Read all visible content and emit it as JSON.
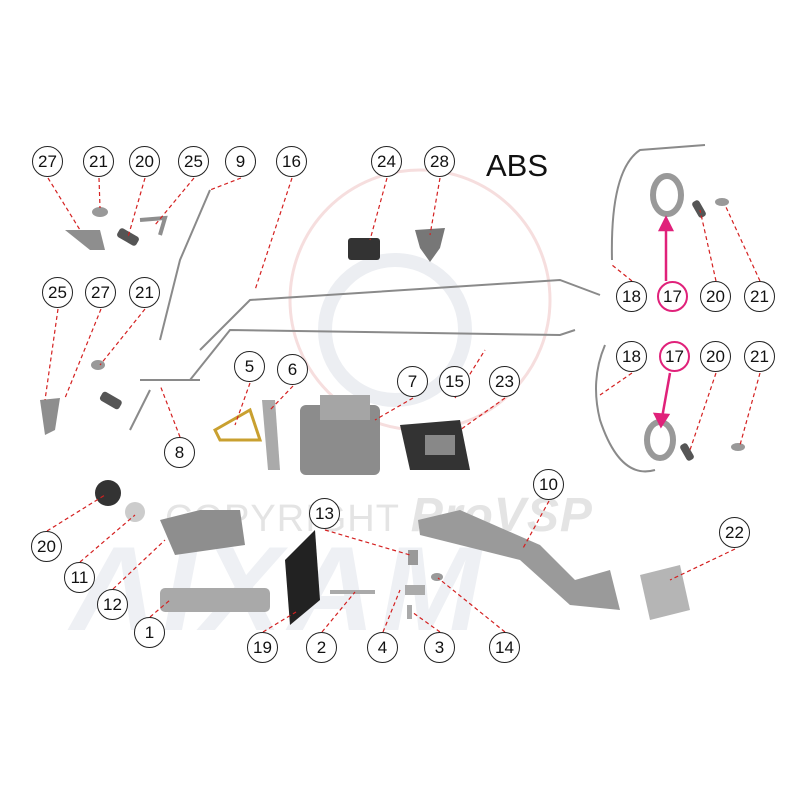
{
  "title": "ABS",
  "watermark": {
    "copyright": "COPYRIGHT",
    "brand": "ProVSP",
    "logo": "AIXAM"
  },
  "colors": {
    "leader": "#d42020",
    "highlight": "#e0217a",
    "part": "#9a9a9a"
  },
  "callouts": [
    "27",
    "21",
    "20",
    "25",
    "9",
    "16",
    "24",
    "28",
    "25",
    "27",
    "21",
    "18",
    "17",
    "20",
    "21",
    "18",
    "17",
    "20",
    "21",
    "5",
    "6",
    "7",
    "15",
    "23",
    "8",
    "10",
    "13",
    "22",
    "20",
    "11",
    "12",
    "1",
    "19",
    "2",
    "4",
    "3",
    "14"
  ]
}
